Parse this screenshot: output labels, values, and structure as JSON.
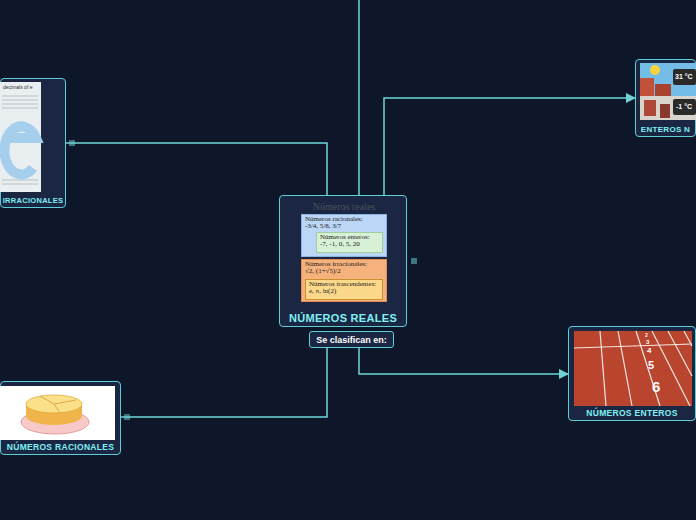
{
  "diagram": {
    "nodes": [
      {
        "text": [
          "NÚMEROS REALES"
        ]
      },
      {
        "text": [
          "Números reales"
        ],
        "in": 0
      },
      {
        "text": [
          "Números racionales: -3/4, 5/8, 3/7"
        ],
        "in": 1
      },
      {
        "text": [
          "Números enteros: -7, -1, 0, 5, 20"
        ],
        "in": 2
      },
      {
        "text": [
          "Números irracionales: √2, (1+√5)/2"
        ],
        "in": 1
      },
      {
        "text": [
          "Números trascendentes: e, π, ln(2)"
        ],
        "in": 4
      },
      {
        "text": [
          "Se clasifican en:"
        ]
      },
      {
        "text": [
          "ENTEROS N"
        ]
      },
      {
        "text": [
          "IRRACIONALES"
        ]
      },
      {
        "text": [
          "NÚMEROS ENTEROS"
        ]
      },
      {
        "text": [
          "NÚMEROS RACIONALES"
        ]
      }
    ],
    "edges": [
      {
        "from": 0,
        "to": 7,
        "arrow": "to"
      },
      {
        "from": 0,
        "to": 8,
        "arrow": "none"
      },
      {
        "from": 6,
        "to": 9,
        "arrow": "to"
      },
      {
        "from": 6,
        "to": 10,
        "arrow": "none"
      }
    ],
    "labels": [
      "decimals of e",
      "31 °C",
      "-1 °C",
      "2",
      "3",
      "4",
      "5",
      "6"
    ]
  }
}
